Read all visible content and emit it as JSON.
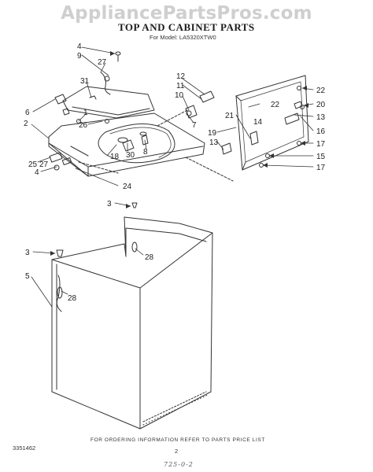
{
  "watermark": "AppliancePartsPros.com",
  "title": "TOP AND CABINET PARTS",
  "model_line": "For Model: LA5320XTW0",
  "footer": {
    "ordering_info": "FOR ORDERING INFORMATION REFER TO PARTS PRICE LIST",
    "doc_number": "3351462",
    "page_number": "2",
    "handwritten_note": "725-0-2"
  },
  "callouts": [
    {
      "id": "4-top",
      "label": "4"
    },
    {
      "id": "9",
      "label": "9"
    },
    {
      "id": "27-top",
      "label": "27"
    },
    {
      "id": "31",
      "label": "31"
    },
    {
      "id": "6",
      "label": "6"
    },
    {
      "id": "1",
      "label": "1"
    },
    {
      "id": "2",
      "label": "2"
    },
    {
      "id": "26",
      "label": "26"
    },
    {
      "id": "25",
      "label": "25"
    },
    {
      "id": "4-left",
      "label": "4"
    },
    {
      "id": "27-left",
      "label": "27"
    },
    {
      "id": "24",
      "label": "24"
    },
    {
      "id": "18",
      "label": "18"
    },
    {
      "id": "30",
      "label": "30"
    },
    {
      "id": "8",
      "label": "8"
    },
    {
      "id": "12",
      "label": "12"
    },
    {
      "id": "11",
      "label": "11"
    },
    {
      "id": "10",
      "label": "10"
    },
    {
      "id": "7",
      "label": "7"
    },
    {
      "id": "19",
      "label": "19"
    },
    {
      "id": "13-left",
      "label": "13"
    },
    {
      "id": "21",
      "label": "21"
    },
    {
      "id": "14",
      "label": "14"
    },
    {
      "id": "22-top",
      "label": "22"
    },
    {
      "id": "22-mid",
      "label": "22"
    },
    {
      "id": "20",
      "label": "20"
    },
    {
      "id": "13-right",
      "label": "13"
    },
    {
      "id": "16",
      "label": "16"
    },
    {
      "id": "17-top",
      "label": "17"
    },
    {
      "id": "15",
      "label": "15"
    },
    {
      "id": "17-bottom",
      "label": "17"
    },
    {
      "id": "3-top",
      "label": "3"
    },
    {
      "id": "3-left",
      "label": "3"
    },
    {
      "id": "28-right",
      "label": "28"
    },
    {
      "id": "5",
      "label": "5"
    },
    {
      "id": "28-left",
      "label": "28"
    }
  ]
}
